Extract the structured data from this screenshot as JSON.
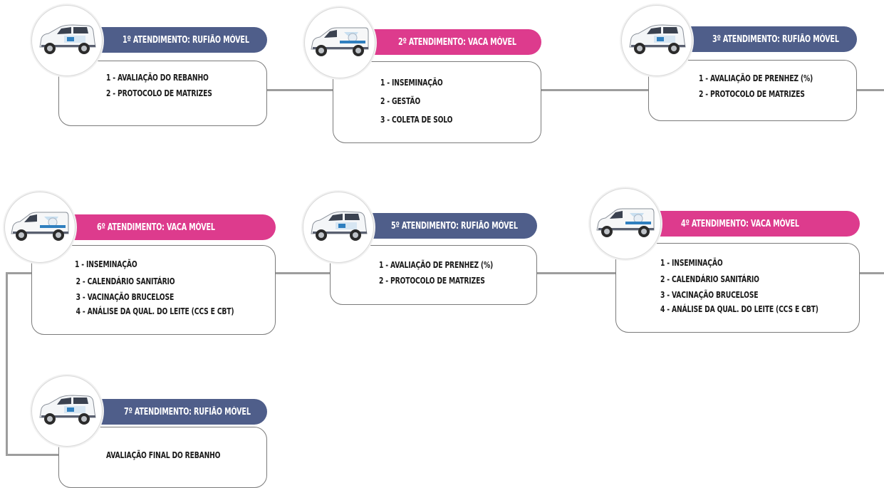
{
  "cards": [
    {
      "id": "c1",
      "title": "1º ATENDIMENTO: RUFIÃO MÓVEL",
      "vehicle": "car-icon",
      "color": "#4f5e8a",
      "items": [
        "1 - AVALIAÇÃO DO REBANHO",
        "2 - PROTOCOLO DE MATRIZES"
      ]
    },
    {
      "id": "c2",
      "title": "2º ATENDIMENTO: VACA MÓVEL",
      "vehicle": "van-icon",
      "color": "#dd3b8d",
      "items": [
        "1 - INSEMINAÇÃO",
        "2 - GESTÃO",
        "3 - COLETA DE SOLO"
      ]
    },
    {
      "id": "c3",
      "title": "3º ATENDIMENTO: RUFIÃO MÓVEL",
      "vehicle": "car-icon",
      "color": "#4f5e8a",
      "items": [
        "1 - AVALIAÇÃO DE PRENHEZ (%)",
        "2 - PROTOCOLO DE MATRIZES"
      ]
    },
    {
      "id": "c6",
      "title": "6º ATENDIMENTO: VACA MÓVEL",
      "vehicle": "van-icon",
      "color": "#dd3b8d",
      "items": [
        "1 - INSEMINAÇÃO",
        "2 - CALENDÁRIO SANITÁRIO",
        "3 - VACINAÇÃO BRUCELOSE",
        "4 - ANÁLISE DA QUAL. DO LEITE  (CCS E CBT)"
      ]
    },
    {
      "id": "c5",
      "title": "5º ATENDIMENTO: RUFIÃO MÓVEL",
      "vehicle": "car-icon",
      "color": "#4f5e8a",
      "items": [
        "1 - AVALIAÇÃO DE PRENHEZ (%)",
        "2 - PROTOCOLO DE MATRIZES"
      ]
    },
    {
      "id": "c4",
      "title": "4º ATENDIMENTO: VACA MÓVEL",
      "vehicle": "van-icon",
      "color": "#dd3b8d",
      "items": [
        "1 - INSEMINAÇÃO",
        "2 - CALENDÁRIO SANITÁRIO",
        "3 - VACINAÇÃO BRUCELOSE",
        "4 - ANÁLISE DA QUAL. DO LEITE (CCS E CBT)"
      ]
    },
    {
      "id": "c7",
      "title": "7º ATENDIMENTO: RUFIÃO MÓVEL",
      "vehicle": "car-icon",
      "color": "#4f5e8a",
      "items": [
        "AVALIAÇÃO FINAL DO REBANHO"
      ]
    }
  ]
}
